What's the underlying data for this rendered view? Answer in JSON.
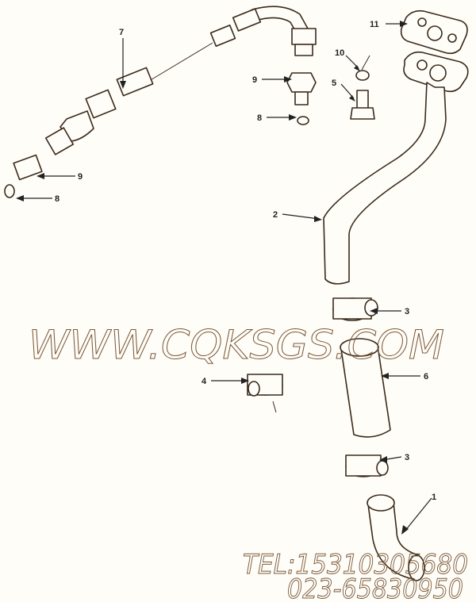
{
  "callouts": [
    {
      "id": "7"
    },
    {
      "id": "9"
    },
    {
      "id": "8"
    },
    {
      "id": "9"
    },
    {
      "id": "8"
    },
    {
      "id": "10"
    },
    {
      "id": "5"
    },
    {
      "id": "11"
    },
    {
      "id": "2"
    },
    {
      "id": "3"
    },
    {
      "id": "6"
    },
    {
      "id": "4"
    },
    {
      "id": "3"
    },
    {
      "id": "1"
    }
  ],
  "watermark": {
    "url": "WWW.CQKSGS.COM",
    "tel": "TEL:15310305680",
    "phone": "023-65830950"
  },
  "colors": {
    "line": "#3a2a1a",
    "watermark": "#7a5a3a",
    "background": "#fffdf8"
  }
}
